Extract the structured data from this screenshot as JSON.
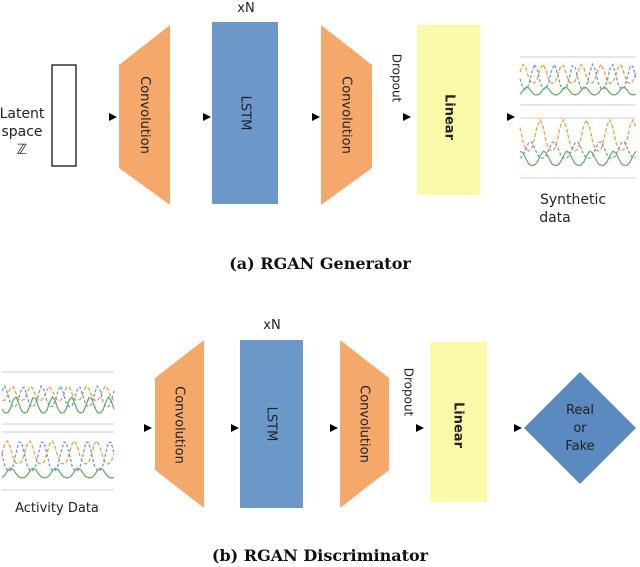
{
  "generator": {
    "caption": "(a) RGAN Generator",
    "input_label_line1": "Latent",
    "input_label_line2": "space",
    "input_label_line3": "ℤ",
    "repeat_label": "xN",
    "conv1_label": "Convolution",
    "lstm_label": "LSTM",
    "conv2_label": "Convolution",
    "dropout_label": "Dropout",
    "linear_label": "Linear",
    "output_label_line1": "Synthetic",
    "output_label_line2": "data"
  },
  "discriminator": {
    "caption": "(b) RGAN Discriminator",
    "input_label": "Activity Data",
    "repeat_label": "xN",
    "conv1_label": "Convolution",
    "lstm_label": "LSTM",
    "conv2_label": "Convolution",
    "dropout_label": "Dropout",
    "linear_label": "Linear",
    "output_line1": "Real",
    "output_line2": "or",
    "output_line3": "Fake"
  },
  "colors": {
    "convolution": "#f4a86a",
    "lstm": "#6b97c9",
    "linear": "#fafaa8",
    "decision": "#5b8ac0",
    "series_orange": "#f0a040",
    "series_blue": "#6a9bd0",
    "series_green": "#66b060"
  }
}
